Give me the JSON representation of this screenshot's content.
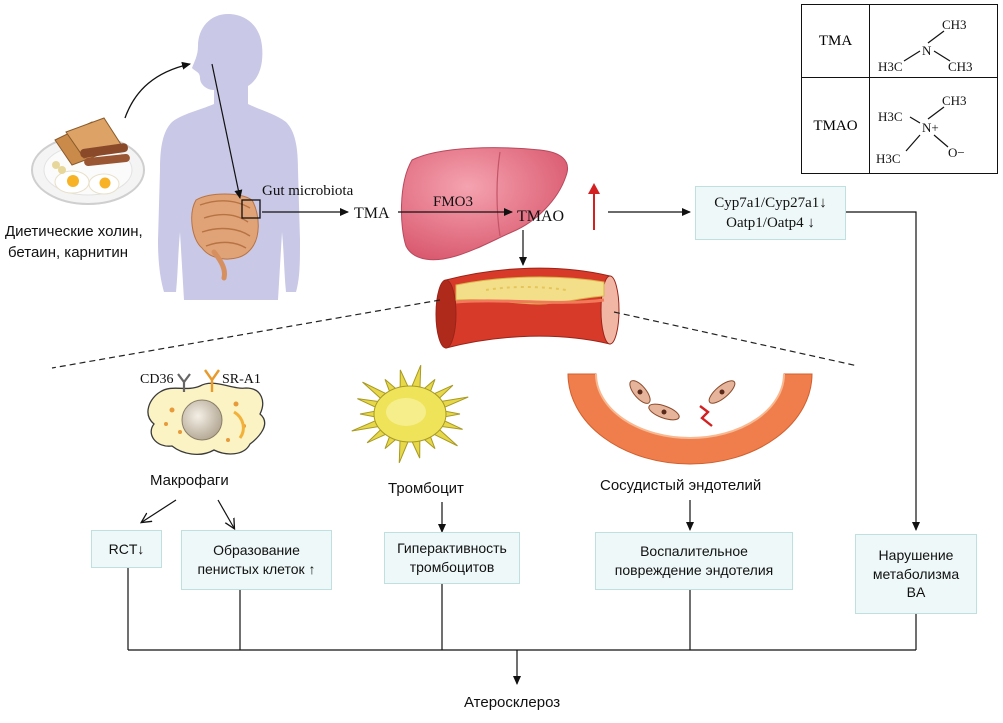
{
  "diet": {
    "label_line1": "Диетические холин,",
    "label_line2": "бетаин, карнитин"
  },
  "gut": {
    "label": "Gut microbiota"
  },
  "liver": {
    "tma_label": "TMA",
    "enzyme_label": "FMO3",
    "tmao_label": "TMAO"
  },
  "bile_box": {
    "line1": "Cyp7a1/Cyp27a1↓",
    "line2": "Oatp1/Oatp4 ↓"
  },
  "structures": {
    "tma": {
      "name": "TMA",
      "center": "N",
      "groups": [
        "CH3",
        "H3C",
        "CH3"
      ]
    },
    "tmao": {
      "name": "TMAO",
      "center": "N+",
      "groups": [
        "CH3",
        "H3C",
        "H3C",
        "O−"
      ]
    }
  },
  "cells": {
    "macrophage_label": "Макрофаги",
    "receptor1": "CD36",
    "receptor2": "SR-A1",
    "platelet_label": "Тромбоцит",
    "endothelium_label": "Сосудистый эндотелий"
  },
  "effects": {
    "rct": "RCT↓",
    "foam_line1": "Образование",
    "foam_line2": "пенистых клеток ↑",
    "platelet_line1": "Гиперактивность",
    "platelet_line2": "тромбоцитов",
    "endo_line1": "Воспалительное",
    "endo_line2": "повреждение эндотелия",
    "ba_line1": "Нарушение",
    "ba_line2": "метаболизма",
    "ba_line3": "BA"
  },
  "outcome": {
    "label": "Атеросклероз"
  },
  "colors": {
    "body": "#c9c8e6",
    "liver": "#e8788a",
    "artery_wall": "#d83a2a",
    "plaque": "#f3df8a",
    "box_fill": "#eef8f8",
    "box_border": "#bfe0e0",
    "up_arrow": "#d32020"
  }
}
